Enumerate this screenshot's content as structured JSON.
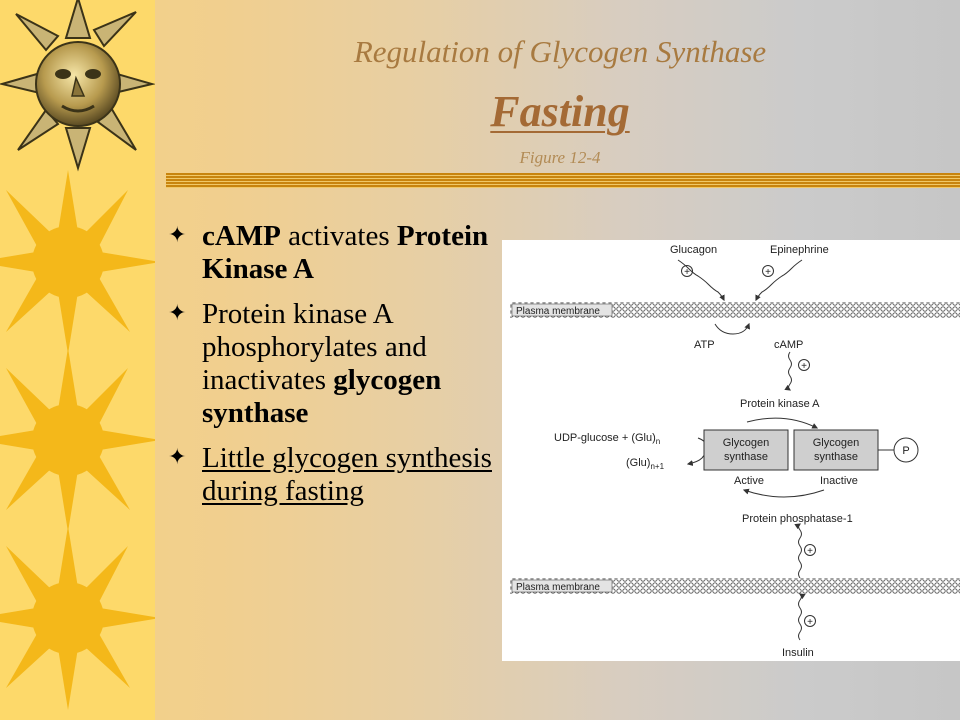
{
  "slide": {
    "title_line1": "Regulation of Glycogen Synthase",
    "title_line2": "Fasting",
    "figure_ref": "Figure 12-4",
    "bullets": {
      "b1": {
        "part1": "cAMP",
        "part2": " activates ",
        "part3": "Protein Kinase A"
      },
      "b2": {
        "part1": "Protein kinase A phosphorylates and inactivates ",
        "part2": "glycogen synthase"
      },
      "b3": {
        "text": "Little glycogen synthesis during fasting"
      }
    },
    "bullet_icon": "star-bullet-icon"
  },
  "figure": {
    "glucagon": "Glucagon",
    "epinephrine": "Epinephrine",
    "plasma_membrane": "Plasma membrane",
    "atp": "ATP",
    "camp": "cAMP",
    "protein_kinase_a": "Protein kinase A",
    "udp_glucose": "UDP-glucose + (Glu)",
    "udp_sub": "n",
    "glu_product": "(Glu)",
    "glu_sub": "n+1",
    "glycogen": "Glycogen",
    "synthase": "synthase",
    "phosphate": "P",
    "active": "Active",
    "inactive": "Inactive",
    "protein_phosphatase": "Protein phosphatase-1",
    "insulin": "Insulin",
    "plus": "+"
  },
  "colors": {
    "title": "#a87a40",
    "rule": "#c8840e",
    "left_strip": "#fdd96a",
    "sun": "#f4b81a"
  },
  "decorations": [
    "sun-face-icon",
    "sun-icon",
    "sun-icon",
    "sun-icon"
  ]
}
